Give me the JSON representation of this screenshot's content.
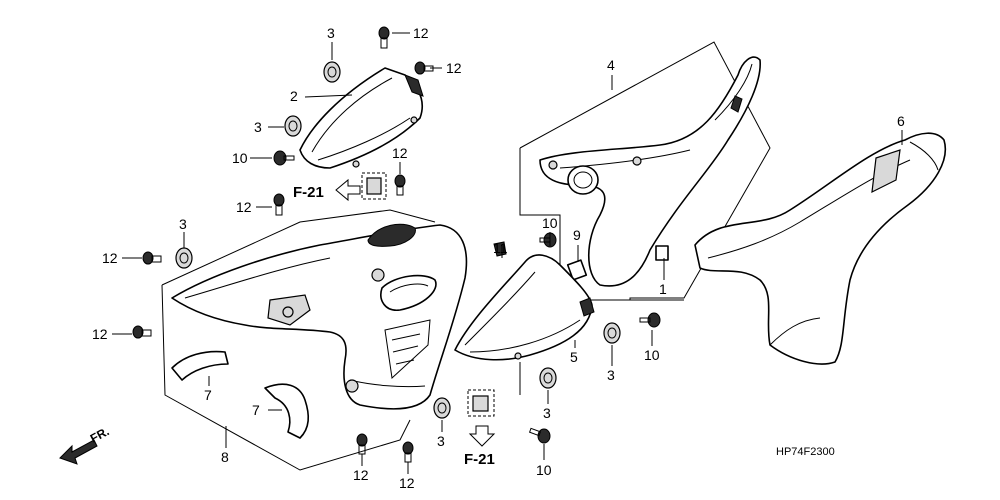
{
  "callouts": [
    {
      "id": "c-1",
      "text": "1"
    },
    {
      "id": "c-2",
      "text": "2"
    },
    {
      "id": "c-3a",
      "text": "3"
    },
    {
      "id": "c-3b",
      "text": "3"
    },
    {
      "id": "c-3c",
      "text": "3"
    },
    {
      "id": "c-3d",
      "text": "3"
    },
    {
      "id": "c-3e",
      "text": "3"
    },
    {
      "id": "c-3f",
      "text": "3"
    },
    {
      "id": "c-4",
      "text": "4"
    },
    {
      "id": "c-5",
      "text": "5"
    },
    {
      "id": "c-6",
      "text": "6"
    },
    {
      "id": "c-7a",
      "text": "7"
    },
    {
      "id": "c-7b",
      "text": "7"
    },
    {
      "id": "c-8",
      "text": "8"
    },
    {
      "id": "c-9",
      "text": "9"
    },
    {
      "id": "c-10a",
      "text": "10"
    },
    {
      "id": "c-10b",
      "text": "10"
    },
    {
      "id": "c-10c",
      "text": "10"
    },
    {
      "id": "c-10d",
      "text": "10"
    },
    {
      "id": "c-11",
      "text": "11"
    },
    {
      "id": "c-12a",
      "text": "12"
    },
    {
      "id": "c-12b",
      "text": "12"
    },
    {
      "id": "c-12c",
      "text": "12"
    },
    {
      "id": "c-12d",
      "text": "12"
    },
    {
      "id": "c-12e",
      "text": "12"
    },
    {
      "id": "c-12f",
      "text": "12"
    },
    {
      "id": "c-12g",
      "text": "12"
    },
    {
      "id": "c-12h",
      "text": "12"
    }
  ],
  "references": [
    {
      "id": "ref-upper",
      "text": "F-21"
    },
    {
      "id": "ref-lower",
      "text": "F-21"
    }
  ],
  "direction_label": "FR.",
  "diagram_code": "HP74F2300"
}
